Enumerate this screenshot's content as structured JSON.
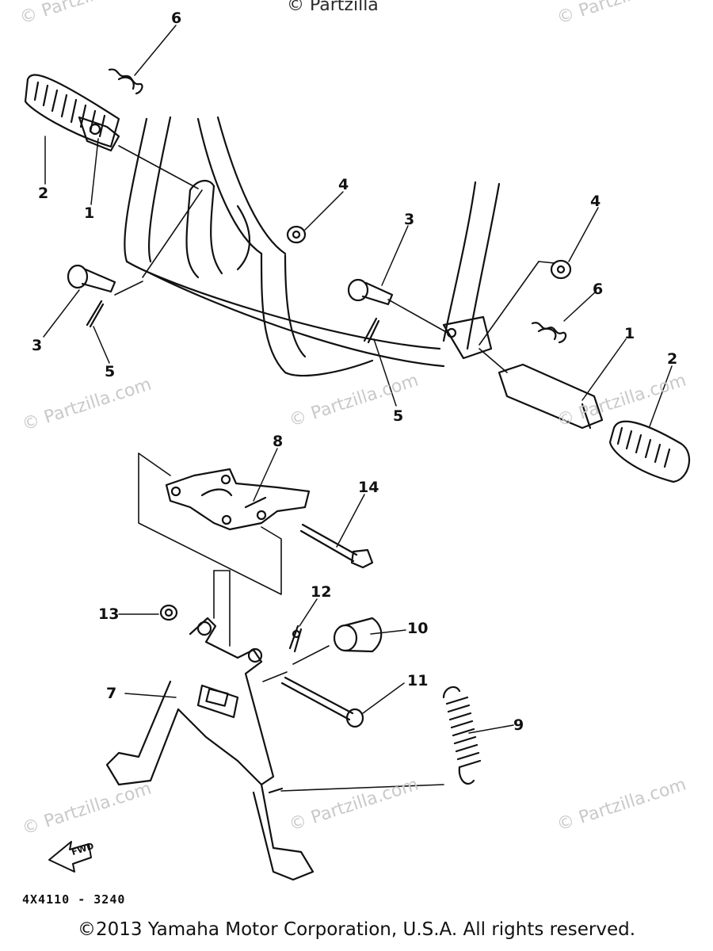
{
  "watermark": "© Partzilla.com",
  "watermark_top": "© Partzilla",
  "callouts": [
    "1",
    "1",
    "2",
    "2",
    "3",
    "3",
    "4",
    "4",
    "5",
    "5",
    "6",
    "6",
    "7",
    "8",
    "9",
    "10",
    "11",
    "12",
    "13",
    "14"
  ],
  "arrow_label": "FWD",
  "drawing_code": "4X4110 - 3240",
  "copyright": "©2013 Yamaha Motor Corporation, U.S.A. All rights reserved."
}
